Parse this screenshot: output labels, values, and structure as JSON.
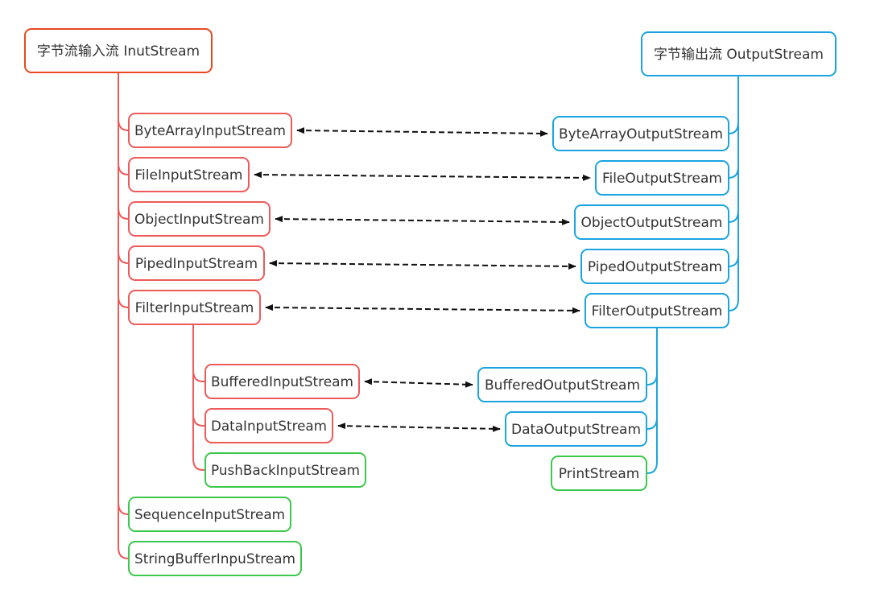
{
  "colors": {
    "input_root": "#e8491d",
    "input": "#ee5a5a",
    "output": "#1ba4e0",
    "leaf": "#3cc84c",
    "connector": "#111111",
    "text": "#333333"
  },
  "input_root": {
    "label": "字节流输入流 InutStream"
  },
  "output_root": {
    "label": "字节输出流 OutputStream"
  },
  "input_nodes": [
    {
      "id": "in-bytearray",
      "label": "ByteArrayInputStream",
      "kind": "input"
    },
    {
      "id": "in-file",
      "label": "FileInputStream",
      "kind": "input"
    },
    {
      "id": "in-object",
      "label": "ObjectInputStream",
      "kind": "input"
    },
    {
      "id": "in-piped",
      "label": "PipedInputStream",
      "kind": "input"
    },
    {
      "id": "in-filter",
      "label": "FilterInputStream",
      "kind": "input"
    },
    {
      "id": "in-buffered",
      "label": "BufferedInputStream",
      "kind": "input"
    },
    {
      "id": "in-data",
      "label": "DataInputStream",
      "kind": "input"
    },
    {
      "id": "in-pushback",
      "label": "PushBackInputStream",
      "kind": "leaf"
    },
    {
      "id": "in-sequence",
      "label": "SequenceInputStream",
      "kind": "leaf"
    },
    {
      "id": "in-stringbuffer",
      "label": "StringBufferInpuStream",
      "kind": "leaf"
    }
  ],
  "output_nodes": [
    {
      "id": "out-bytearray",
      "label": "ByteArrayOutputStream",
      "kind": "output"
    },
    {
      "id": "out-file",
      "label": "FileOutputStream",
      "kind": "output"
    },
    {
      "id": "out-object",
      "label": "ObjectOutputStream",
      "kind": "output"
    },
    {
      "id": "out-piped",
      "label": "PipedOutputStream",
      "kind": "output"
    },
    {
      "id": "out-filter",
      "label": "FilterOutputStream",
      "kind": "output"
    },
    {
      "id": "out-buffered",
      "label": "BufferedOutputStream",
      "kind": "output"
    },
    {
      "id": "out-data",
      "label": "DataOutputStream",
      "kind": "output"
    },
    {
      "id": "out-print",
      "label": "PrintStream",
      "kind": "leaf"
    }
  ],
  "hierarchy": [
    {
      "parent": "input_root",
      "children": [
        "in-bytearray",
        "in-file",
        "in-object",
        "in-piped",
        "in-filter",
        "in-sequence",
        "in-stringbuffer"
      ]
    },
    {
      "parent": "in-filter",
      "children": [
        "in-buffered",
        "in-data",
        "in-pushback"
      ]
    },
    {
      "parent": "output_root",
      "children": [
        "out-bytearray",
        "out-file",
        "out-object",
        "out-piped",
        "out-filter"
      ]
    },
    {
      "parent": "out-filter",
      "children": [
        "out-buffered",
        "out-data",
        "out-print"
      ]
    }
  ],
  "links": [
    [
      "in-bytearray",
      "out-bytearray"
    ],
    [
      "in-file",
      "out-file"
    ],
    [
      "in-object",
      "out-object"
    ],
    [
      "in-piped",
      "out-piped"
    ],
    [
      "in-filter",
      "out-filter"
    ],
    [
      "in-buffered",
      "out-buffered"
    ],
    [
      "in-data",
      "out-data"
    ]
  ]
}
